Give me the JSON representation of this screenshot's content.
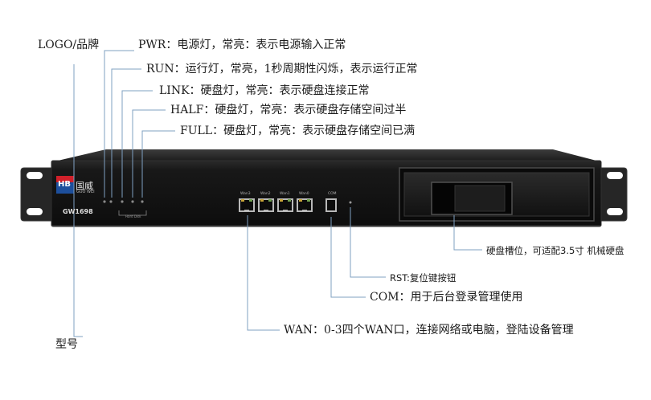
{
  "callouts": {
    "logo": "LOGO/品牌",
    "pwr": "PWR：电源灯，常亮：表示电源输入正常",
    "run": "RUN：运行灯，常亮，1秒周期性闪烁，表示运行正常",
    "link": "LINK：硬盘灯，常亮：表示硬盘连接正常",
    "half": "HALF：硬盘灯，常亮：表示硬盘存储空间过半",
    "full": "FULL：硬盘灯，常亮：表示硬盘存储空间已满",
    "bay": "硬盘槽位，可适配3.5寸 机械硬盘",
    "rst": "RST:复位键按钮",
    "com": "COM：用于后台登录管理使用",
    "wan": "WAN：0-3四个WAN口，连接网络或电脑，登陆设备管理",
    "model": "型号"
  },
  "device": {
    "brand_text": "国威",
    "brand_sub": "GUO  WEI",
    "logo_mark": "HB",
    "model_label": "GW1698",
    "wan_labels": [
      "Wan3",
      "Wan2",
      "Wan1",
      "Wan0"
    ],
    "com_label": "COM",
    "hdd_label": "Hard Disk"
  },
  "colors": {
    "chassis": "#141414",
    "ears": "#262626",
    "leader_line": "#7fa0c2",
    "logo_red": "#d0202a",
    "logo_blue": "#1d4f9c"
  }
}
